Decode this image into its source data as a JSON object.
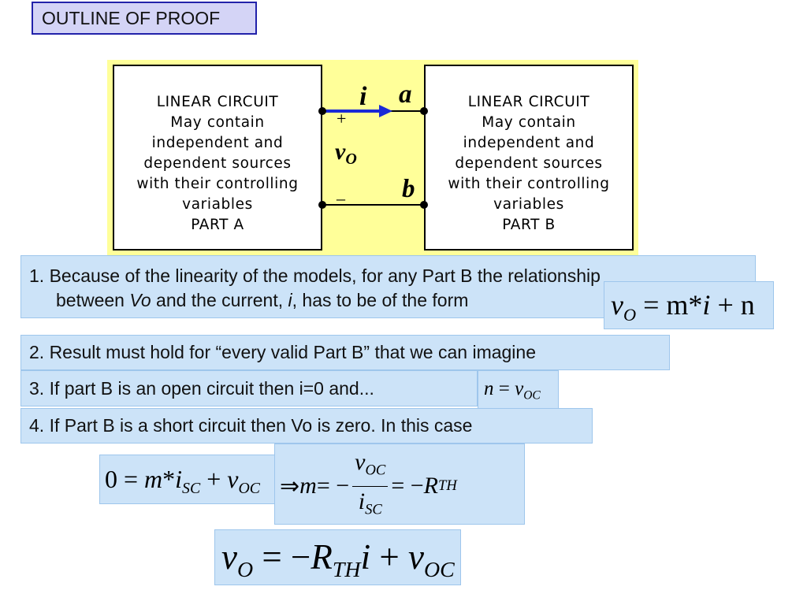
{
  "title": "OUTLINE OF PROOF",
  "diagram": {
    "part_a": {
      "lines": [
        "LINEAR CIRCUIT",
        "May contain",
        "independent and",
        "dependent sources",
        "with their controlling",
        "variables",
        "PART  A"
      ]
    },
    "part_b": {
      "lines": [
        "LINEAR CIRCUIT",
        "May contain",
        "independent and",
        "dependent sources",
        "with their controlling",
        "variables",
        "PART  B"
      ]
    },
    "current_label": "i",
    "node_a": "a",
    "node_b": "b",
    "plus": "+",
    "minus": "–",
    "voltage_v": "v",
    "voltage_sub": "O",
    "colors": {
      "background": "#ffff99",
      "arrow": "#1a2ad6"
    }
  },
  "statements": {
    "s1_line1": "1. Because of the linearity of the models, for any Part B the relationship",
    "s1_line2_a": "between ",
    "s1_line2_vo": "Vo",
    "s1_line2_b": " and the current, ",
    "s1_line2_i": "i",
    "s1_line2_c": ", has to be of the form",
    "s2": "2. Result must hold for “every valid Part B” that we can imagine",
    "s3": "3. If part B is an open circuit then i=0 and...",
    "s4": "4. If Part B is a short circuit then Vo is zero. In this case"
  },
  "equations": {
    "eq1": {
      "v": "v",
      "v_sub": "O",
      "rest_a": " = m*",
      "i": "i",
      "rest_b": " + n"
    },
    "eq2": {
      "n": "n",
      "eq": " = ",
      "v": "v",
      "v_sub": "OC"
    },
    "eq3": {
      "zero": "0 = ",
      "m": "m",
      "star": "*",
      "i": "i",
      "i_sub": "SC",
      "plus": " + ",
      "v": "v",
      "v_sub": "OC"
    },
    "eq4": {
      "implies": "⇒ ",
      "m": "m",
      "eq": " = −",
      "num_v": "v",
      "num_sub": "OC",
      "den_i": "i",
      "den_sub": "SC",
      "eq2": " = −",
      "r": "R",
      "r_sub": "TH"
    },
    "eq5": {
      "v": "v",
      "v_sub": "O",
      "eq": " = −",
      "r": "R",
      "r_sub": "TH",
      "i": "i",
      "plus": " + ",
      "v2": "v",
      "v2_sub": "OC"
    }
  }
}
